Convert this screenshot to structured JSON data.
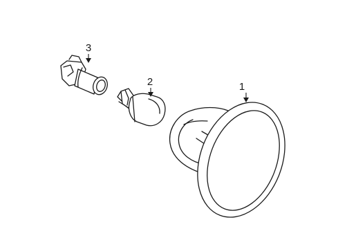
{
  "callouts": {
    "lens_housing": "1",
    "bulb": "2",
    "socket": "3"
  }
}
